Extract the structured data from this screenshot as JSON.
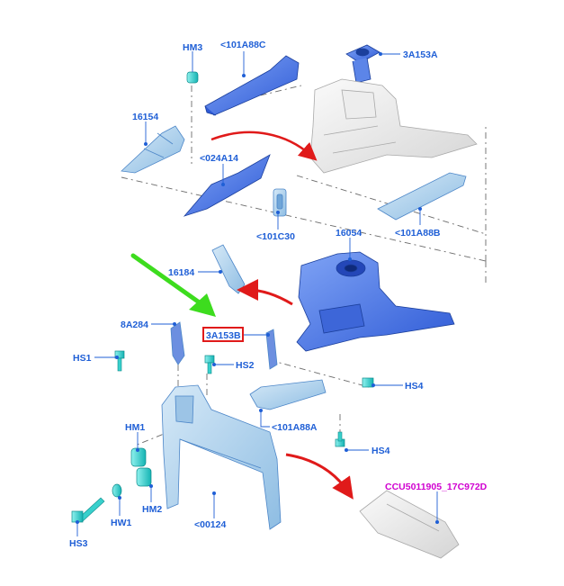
{
  "labels": {
    "hm3": "HM3",
    "p101a88c": "<101A88C",
    "p3a153a": "3A153A",
    "p16154": "16154",
    "p024a14": "<024A14",
    "p101c30": "<101C30",
    "p16054": "16054",
    "p101a88b": "<101A88B",
    "p16184": "16184",
    "p8a284": "8A284",
    "p3a153b": "3A153B",
    "hs1": "HS1",
    "hs2": "HS2",
    "hs4a": "HS4",
    "p101a88a": "<101A88A",
    "hm1": "HM1",
    "hs4b": "HS4",
    "ccu": "CCU5011905_17C972D",
    "hw1": "HW1",
    "hm2": "HM2",
    "p00124": "<00124",
    "hs3": "HS3"
  },
  "colors": {
    "label_blue": "#1f5fd6",
    "highlight_red": "#e01a1a",
    "pointer_green": "#3ddc1e",
    "part_blue": "#3f6ee0",
    "part_light_blue": "#a9cdea",
    "fastener_teal": "#1fc8c8",
    "part_gray": "#e6e6e6",
    "magenta_label": "#d000d0"
  },
  "icons": {
    "pointer": "green-arrow-icon",
    "direction": "red-curved-arrow-icon",
    "highlight": "red-box-highlight"
  }
}
